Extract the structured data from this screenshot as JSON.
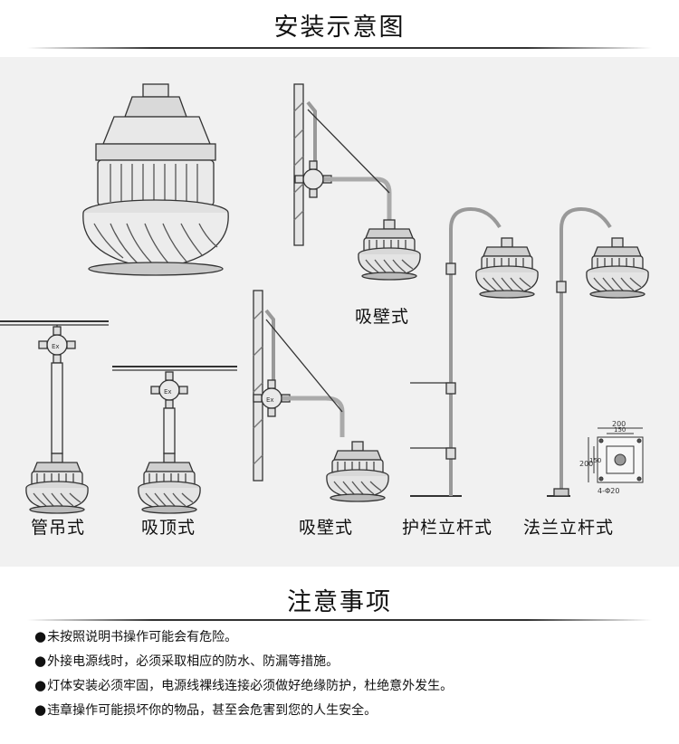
{
  "header": {
    "title": "安装示意图"
  },
  "install": {
    "captions": {
      "pipe": "管吊式",
      "ceiling": "吸顶式",
      "wall_top": "吸壁式",
      "wall_bottom": "吸壁式",
      "guardrail": "护栏立杆式",
      "flange": "法兰立杆式"
    },
    "box_mark": "Ex",
    "flange_dims": {
      "outer": "200",
      "inner": "150",
      "holes": "4-Φ20"
    }
  },
  "notes": {
    "title": "注意事项",
    "bullet": "●",
    "items": [
      "未按照说明书操作可能会有危险。",
      "外接电源线时，必须采取相应的防水、防漏等措施。",
      "灯体安装必须牢固，电源线裸线连接必须做好绝缘防护，杜绝意外发生。",
      "违章操作可能损坏你的物品，甚至会危害到您的人生安全。"
    ]
  }
}
